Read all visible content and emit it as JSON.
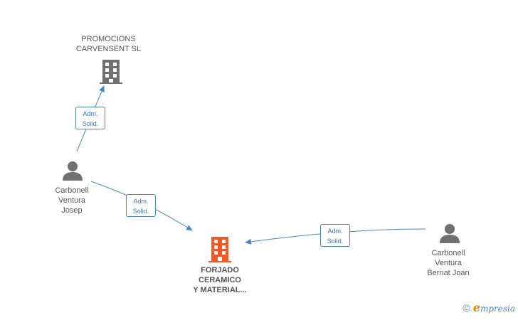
{
  "nodes": {
    "promocions": {
      "label": "PROMOCIONS\nCARVENSENT SL",
      "type": "company",
      "color": "#707070"
    },
    "forjado": {
      "label": "FORJADO\nCERAMICO\nY MATERIAL...",
      "type": "company-focus",
      "color": "#f05a28"
    },
    "josep": {
      "label": "Carbonell\nVentura\nJosep",
      "type": "person",
      "color": "#707070"
    },
    "bernat": {
      "label": "Carbonell\nVentura\nBernat Joan",
      "type": "person",
      "color": "#707070"
    }
  },
  "edges": [
    {
      "from": "josep",
      "to": "promocions",
      "line1": "Adm.",
      "line2": "Solid."
    },
    {
      "from": "josep",
      "to": "forjado",
      "line1": "Adm.",
      "line2": "Solid."
    },
    {
      "from": "bernat",
      "to": "forjado",
      "line1": "Adm.",
      "line2": "Solid."
    }
  ],
  "footer": {
    "copyright": "©",
    "brand_initial": "e",
    "brand_rest": "mpresia"
  },
  "colors": {
    "edge": "#4a86c8",
    "focus": "#f05a28",
    "node": "#707070"
  }
}
